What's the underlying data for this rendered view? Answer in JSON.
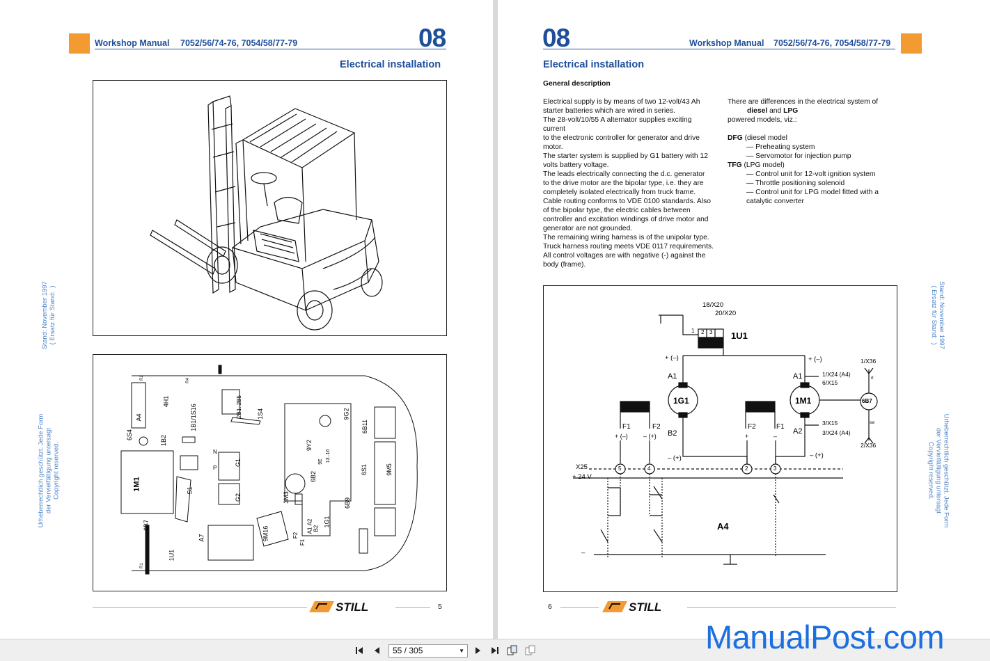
{
  "left_page": {
    "header_title": "Workshop Manual",
    "header_models": "7052/56/74-76, 7054/58/77-79",
    "chapter": "08",
    "section_title": "Electrical installation",
    "page_number": "5",
    "side_text_stand": "Stand: November 1997\n( Ersatz für Stand:  )",
    "side_text_copyright": "Urheberrechtlich geschützt. Jede Form\nder Vervielfältigung untersagt\nCopyright reserved.",
    "figure_top": "forklift-truck-drawing",
    "figure_bottom_labels": [
      "1M1",
      "6S4",
      "1B2",
      "A4",
      "4H1",
      "1B1/1S16",
      "2B1..2B5",
      "1S4",
      "G1",
      "G2",
      "S1",
      "6B7",
      "A7",
      "9M16",
      "1U1",
      "3M3",
      "6B2",
      "9Y2",
      "9G2",
      "6B11",
      "6S1",
      "9M5",
      "1G1",
      "6B9",
      "9E",
      "13..16",
      "F2",
      "F1",
      "A1",
      "A2",
      "B2",
      "N",
      "P",
      "R2",
      "R1",
      "R4"
    ]
  },
  "right_page": {
    "header_title": "Workshop Manual",
    "header_models": "7052/56/74-76, 7054/58/77-79",
    "chapter": "08",
    "section_title": "Electrical installation",
    "subheading": "General description",
    "page_number": "6",
    "col1": [
      "Electrical supply is by means of two 12-volt/43 Ah",
      "starter batteries which are wired in series.",
      "The 28-volt/10/55 A alternator supplies exciting current",
      "to the electronic controller for generator and drive",
      "motor.",
      "The starter system is supplied by G1 battery with 12",
      "volts battery voltage.",
      "The leads electrically connecting the d.c. generator",
      "to the drive motor are the bipolar type, i.e. they are",
      "completely isolated electrically from truck frame.",
      "Cable routing conforms to VDE 0100 standards. Also",
      "of the bipolar type, the electric cables between",
      "controller and excitation windings of drive motor and",
      "generator are not grounded.",
      "The remaining wiring harness is of the unipolar type.",
      "Truck harness routing meets VDE 0117 requirements.",
      "All control voltages are with negative (-) against the",
      "body (frame)."
    ],
    "col2_intro1": "There are differences in the electrical system of",
    "col2_intro2a": "diesel",
    "col2_intro2b": "and",
    "col2_intro2c": "LPG",
    "col2_intro3": "powered models, viz.:",
    "dfg_label": "DFG",
    "dfg_text": "(diesel model",
    "dfg_items": [
      "— Preheating system",
      "— Servomotor for injection pump"
    ],
    "tfg_label": "TFG",
    "tfg_text": "(LPG model)",
    "tfg_items": [
      "— Control unit for  12-volt ignition system",
      "— Throttle positioning solenoid",
      "— Control unit for LPG model fitted with a",
      "catalytic converter"
    ],
    "side_text_stand": "Stand: November 1997\n( Ersatz für Stand:  )",
    "side_text_copyright": "Urheberrechtlich geschützt. Jede Form\nder Vervielfältigung untersagt\nCopyright reserved.",
    "schematic_labels": {
      "t18": "18/X20",
      "t20": "20/X20",
      "u1": "1U1",
      "pin1": "1",
      "pin2": "2",
      "pin3": "3",
      "g1": "1G1",
      "m1": "1M1",
      "b7": "6B7",
      "a1l": "A1",
      "b2l": "B2",
      "a1r": "A1",
      "a2r": "A2",
      "pm_l": "+ (–)",
      "pm_r": "+ (–)",
      "mp_l": "– (+)",
      "mp_r": "– (+)",
      "x24": "1/X24 (A4)",
      "x15a": "6/X15",
      "x15b": "3/X15",
      "x24b": "3/X24 (A4)",
      "x36a": "1/X36",
      "x36b": "2/X36",
      "f1a": "F1",
      "f2a": "F2",
      "f2b": "F2",
      "f1b": "F1",
      "fa_pm": "+ (–)",
      "fa_mp": "– (+)",
      "fb_p": "+",
      "fb_m": "–",
      "x25": "X25",
      "v24": "+ 24 V",
      "a4": "A4",
      "minus": "–",
      "n5": "5",
      "n4": "4",
      "n2": "2",
      "n3": "3",
      "rt": "rt",
      "sw": "sw"
    }
  },
  "logo_text": "STILL",
  "toolbar": {
    "page_indicator": "55 / 305",
    "first_icon": "first-page-icon",
    "prev_icon": "prev-page-icon",
    "next_icon": "next-page-icon",
    "last_icon": "last-page-icon"
  },
  "watermark": "ManualPost.com"
}
